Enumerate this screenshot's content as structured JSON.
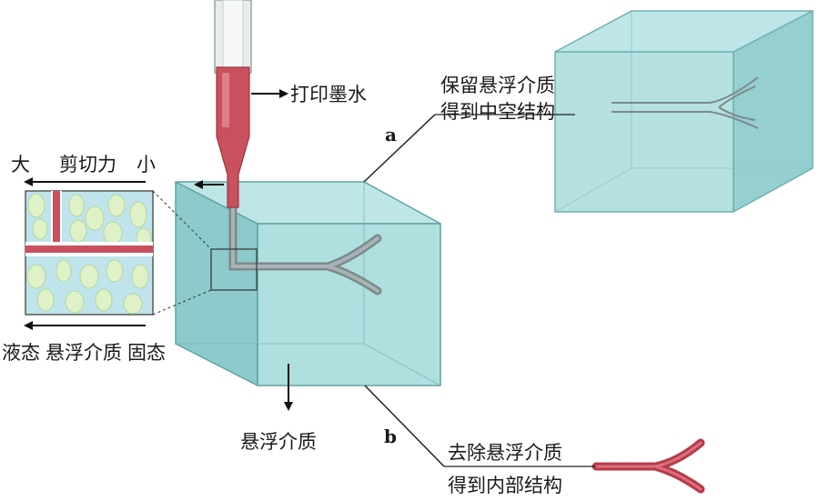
{
  "labels": {
    "ink": "打印墨水",
    "medium": "悬浮介质",
    "route_a_line1": "保留悬浮介质",
    "route_a_line2": "得到中空结构",
    "route_b_line1": "去除悬浮介质",
    "route_b_line2": "得到内部结构",
    "route_a_letter": "a",
    "route_b_letter": "b",
    "shear_large": "大",
    "shear_title": "剪切力",
    "shear_small": "小",
    "state_liquid": "液态",
    "state_medium": "悬浮介质",
    "state_solid": "固态"
  },
  "colors": {
    "gel_fill": "#a9dcdc",
    "gel_edge": "#5fa3a6",
    "ink_red": "#c9505c",
    "vessel_gray": "#8f9a9c",
    "vessel_red": "#b73a4a",
    "particle": "#dff1c6"
  }
}
